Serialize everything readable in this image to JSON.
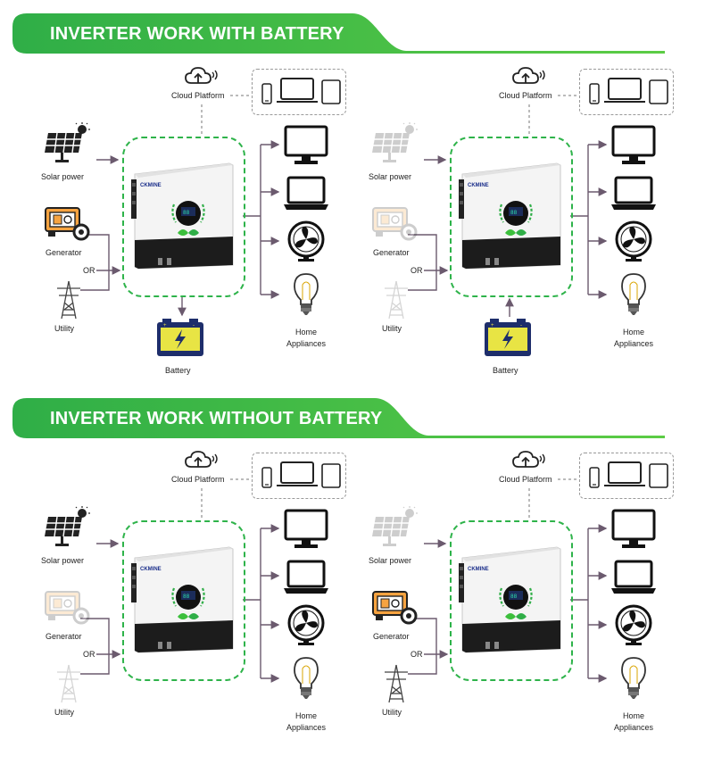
{
  "sections": [
    {
      "title": "INVERTER WORK WITH BATTERY"
    },
    {
      "title": "INVERTER WORK WITHOUT BATTERY"
    }
  ],
  "labels": {
    "cloud": "Cloud Platform",
    "solar": "Solar power",
    "generator": "Generator",
    "or": "OR",
    "utility": "Utility",
    "battery": "Battery",
    "home_line1": "Home",
    "home_line2": "Appliances",
    "brand": "CKMINE"
  },
  "colors": {
    "banner_green": "#3cb94a",
    "dash_green": "#2eb34a",
    "arrow": "#6b5a6e"
  },
  "icons": [
    "cloud-wifi-icon",
    "phone-icon",
    "laptop-icon",
    "tablet-icon",
    "solar-panel-icon",
    "generator-icon",
    "utility-tower-icon",
    "battery-icon",
    "monitor-icon",
    "fan-icon",
    "bulb-icon"
  ]
}
